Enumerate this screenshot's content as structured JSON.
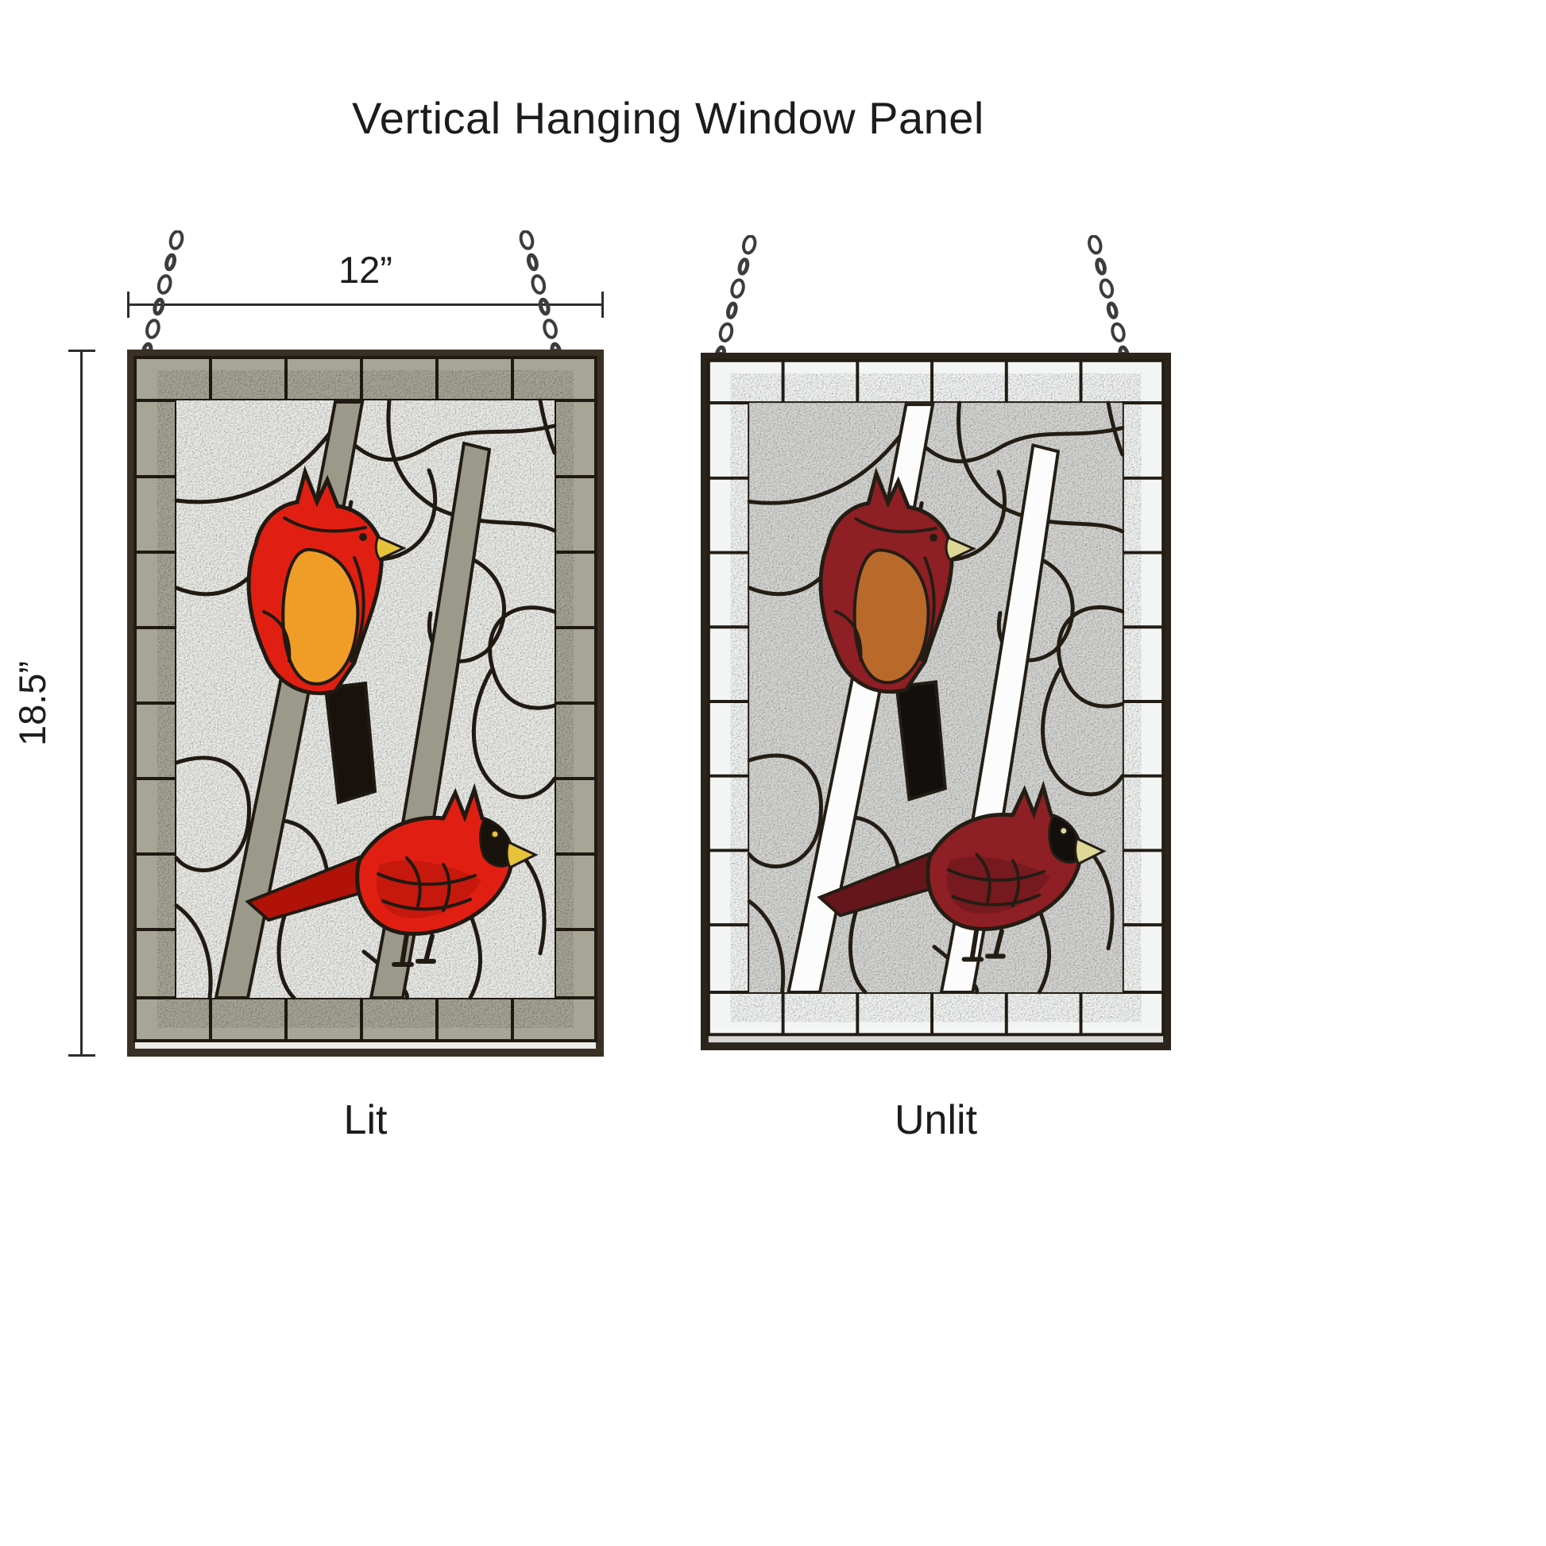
{
  "title": "Vertical Hanging Window Panel",
  "dimensions": {
    "width_label": "12”",
    "height_label": "18.5”"
  },
  "panels": [
    {
      "label": "Lit",
      "colors": {
        "frame": "#3a3126",
        "lead": "#201a12",
        "border": "#a6a596",
        "bg": "#ebebe8",
        "branch": "#9b9a8a",
        "red": "#e01f12",
        "red2": "#b01208",
        "belly": "#f09d28",
        "tail": "#17120c",
        "beak": "#e7c33c",
        "chain": "#3c3c3e"
      }
    },
    {
      "label": "Unlit",
      "colors": {
        "frame": "#2b241b",
        "lead": "#241d14",
        "border": "#f3f5f4",
        "bg": "#d6d7d4",
        "branch": "#fbfcfb",
        "red": "#8e1f24",
        "red2": "#64161b",
        "belly": "#b96a2b",
        "tail": "#130f0c",
        "beak": "#ded898",
        "chain": "#3c3c3e"
      }
    }
  ]
}
